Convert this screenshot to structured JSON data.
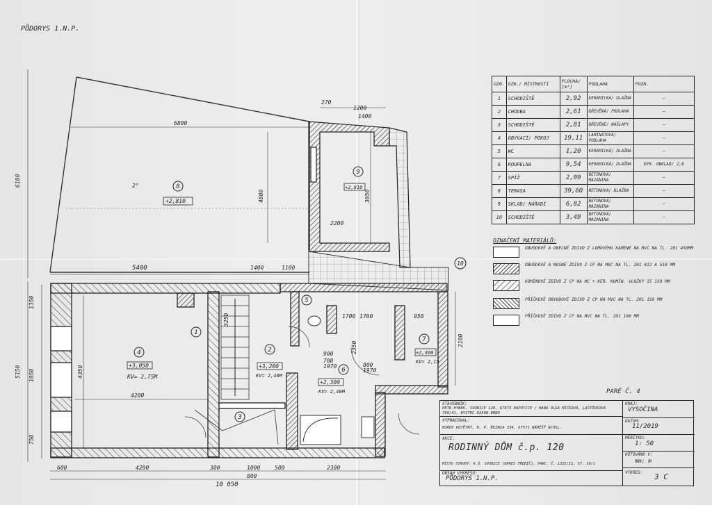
{
  "sheet": {
    "page_label": "PŮDORYS 1.N.P.",
    "page_number": "PARÉ Č. 4"
  },
  "rooms": [
    {
      "no": "1",
      "name": "SCHODIŠTĚ",
      "area": "2,92",
      "floor": "KERAMICKÁ/ DLAŽBA",
      "note": "—"
    },
    {
      "no": "2",
      "name": "CHODBA",
      "area": "2,61",
      "floor": "DŘEVĚNÁ/ PODLAHA",
      "note": "—"
    },
    {
      "no": "3",
      "name": "SCHODIŠTĚ",
      "area": "2,81",
      "floor": "DŘEVĚNÉ/ NÁŠLAPY",
      "note": "—"
    },
    {
      "no": "4",
      "name": "OBÝVACÍ/ POKOJ",
      "area": "19,11",
      "floor": "LAMINÁTOVÁ/ PODLAHA",
      "note": "—"
    },
    {
      "no": "5",
      "name": "WC",
      "area": "1,20",
      "floor": "KERAMICKÁ/ DLAŽBA",
      "note": "—"
    },
    {
      "no": "6",
      "name": "KOUPELNA",
      "area": "9,54",
      "floor": "KERAMICKÁ/ DLAŽBA",
      "note": "KER. OBKLAD/ 2,0"
    },
    {
      "no": "7",
      "name": "SPÍŽ",
      "area": "2,09",
      "floor": "BETONOVÁ/ MAZANINA",
      "note": "—"
    },
    {
      "no": "8",
      "name": "TERASA",
      "area": "39,60",
      "floor": "BETONOVÁ/ DLAŽBA",
      "note": "—"
    },
    {
      "no": "9",
      "name": "SKLAD/ NÁŘADÍ",
      "area": "6,82",
      "floor": "BETONOVÁ/ MAZANINA",
      "note": "—"
    },
    {
      "no": "10",
      "name": "SCHODIŠTĚ",
      "area": "3,49",
      "floor": "BETONOVÁ/ MAZANINA",
      "note": "—"
    }
  ],
  "room_table_headers": {
    "no": "OZN.",
    "name": "OZN./ MÍSTNOSTI",
    "area": "PLOCHA/ [m²]",
    "floor": "PODLAHA",
    "note": "POZN."
  },
  "materials": {
    "title": "OZNAČENÍ MATERIÁLŮ:",
    "items": [
      "OBVODOVÉ A OBECNÉ ZDIVO Z LOMOVÉHO KAMENE NA MVC NA TL. 201 450MM",
      "OBVODOVÉ A NOSNÉ ZDIVO Z CP NA MVC NA TL. 201 412 A 510 MM",
      "KOMÍNOVÉ ZDIVO Z CP NA MC + KER. KOMÍN. VLOŽKY 15 150 MM",
      "PŘÍČKOVÉ OBVODOVÉ ZDIVO Z CP NA MVC NA TL. 201 150 MM",
      "PŘÍČKOVÉ ZDIVO Z CP NA MVC NA TL. 201 100 MM"
    ]
  },
  "title_block": {
    "author_label": "STAVEBNÍK:",
    "author_text": "PETR HYNEK, SVOBICE 120, 67973 RAPOTICE / HANA OLGA MIČKOVÁ, LAŠTŮVKOVA 799/41, BYSTRC 63500 BRNO",
    "designer_label": "VYPRACOVAL:",
    "designer_text": "BOŘEK KOTĚTNÝ, B. P. ŘEZNIA 334, 67571 NÁMĚŠŤ N/OSL.",
    "action_label": "AKCE:",
    "title": "RODINNÝ DŮM č.p. 120",
    "location_text": "MÍSTO STAVBY: K.Ú. SVOBICE (OKRES TŘEBÍČ), PARC. Č. 1325/15, ST. 10/1",
    "content_label": "OBSAH VÝKRESU:",
    "content_value": "PŮDORYS 1.N.P.",
    "region_label": "KRAJ:",
    "region_value": "VYSOČINA",
    "date_label": "DATUM:",
    "date_value": "11/2019",
    "scale_label": "MĚŘÍTKO:",
    "scale_value": "1: 50",
    "units_label": "KÓTOVÁNO V:",
    "units_value": "mm; m",
    "sheet_label": "VÝKRES:",
    "sheet_value": "3 C"
  },
  "plan": {
    "room_tags": [
      {
        "no": "1"
      },
      {
        "no": "2"
      },
      {
        "no": "3"
      },
      {
        "no": "4"
      },
      {
        "no": "5"
      },
      {
        "no": "6"
      },
      {
        "no": "7"
      },
      {
        "no": "8"
      },
      {
        "no": "9"
      },
      {
        "no": "10"
      }
    ],
    "levels": {
      "r8": "+2,810",
      "r9": "+2,810",
      "r4": "+3,050",
      "r2": "+3,200",
      "r6": "+2,300",
      "r7": "+2,300"
    },
    "ceiling": {
      "r4": "KV= 2,75M",
      "r2": "KV= 2,40M",
      "r6": "KV= 2,40M",
      "r7": "KV= 2,15"
    },
    "slope": "2°",
    "dims_top": [
      "5400",
      "1400",
      "1100",
      "6800",
      "270",
      "1200",
      "1400"
    ],
    "dims_bottom": [
      "600",
      "4200",
      "300",
      "1000",
      "500",
      "2300",
      "10 050",
      "800"
    ],
    "dims_left": [
      "6100",
      "5150",
      "1350",
      "1050",
      "750"
    ],
    "dims_right": [
      "2100"
    ],
    "dims_inner": [
      "4200",
      "4350",
      "4800",
      "3050",
      "2200",
      "1700",
      "950",
      "2350",
      "1700",
      "800",
      "1970",
      "900",
      "700",
      "1970",
      "3250"
    ]
  }
}
